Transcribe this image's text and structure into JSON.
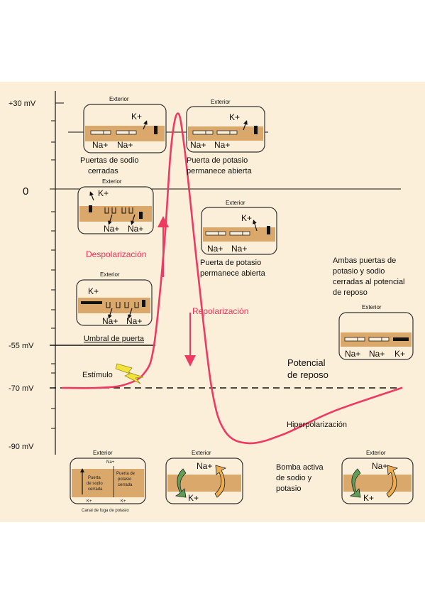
{
  "colors": {
    "panel_bg": "#fcefd9",
    "membrane": "#d9a86a",
    "curve": "#ee3a63",
    "bolt": "#f2e33a",
    "pump_green": "#5f9e54",
    "pump_orange": "#f0ad4e"
  },
  "axis": {
    "ticks": [
      "+30 mV",
      "0",
      "-55 mV",
      "-70 mV",
      "-90 mV"
    ]
  },
  "chart_data": {
    "type": "line",
    "title": "",
    "xlabel": "",
    "ylabel": "",
    "ylim": [
      -90,
      30
    ],
    "y_ticks": [
      30,
      0,
      -55,
      -70,
      -90
    ],
    "reference_lines": [
      30,
      0,
      -55,
      -70
    ],
    "series": [
      {
        "x": [
          0,
          10,
          18,
          24,
          27,
          30,
          32,
          34,
          36,
          40,
          44,
          48,
          55,
          65,
          80,
          100
        ],
        "values": [
          -70,
          -70,
          -69,
          -65,
          -55,
          -20,
          15,
          28,
          15,
          -30,
          -70,
          -85,
          -89,
          -86,
          -78,
          -70
        ]
      }
    ]
  },
  "labels": {
    "exterior": "Exterior",
    "na_plus": "Na+",
    "k_plus": "K+",
    "sodium_closed_1": "Puertas de sodio",
    "sodium_closed_2": "cerradas",
    "potassium_open_a1": "Puerta de potasio",
    "potassium_open_a2": "permanece abierta",
    "potassium_open_b1": "Puerta de potasio",
    "potassium_open_b2": "permanece abierta",
    "depolarization": "Despolarización",
    "repolarization": "Repolarización",
    "threshold": "Umbral de puerta",
    "stimulus": "Estímulo",
    "both_gates_1": "Ambas puertas de",
    "both_gates_2": "potasio y sodio",
    "both_gates_3": "cerradas al potencial",
    "both_gates_4": "de reposo",
    "resting_1": "Potencial",
    "resting_2": "de reposo",
    "hyperpolarization": "Hiperpolarización",
    "pump_1": "Bomba activa",
    "pump_2": "de sodio y",
    "pump_3": "potasio",
    "leak_channel": "Canal de fuga de potasio",
    "na_gate_1": "Puerta",
    "na_gate_2": "de sodio",
    "na_gate_3": "cerrada",
    "k_gate_1": "Puerta de",
    "k_gate_2": "potasio",
    "k_gate_3": "cerrada"
  }
}
